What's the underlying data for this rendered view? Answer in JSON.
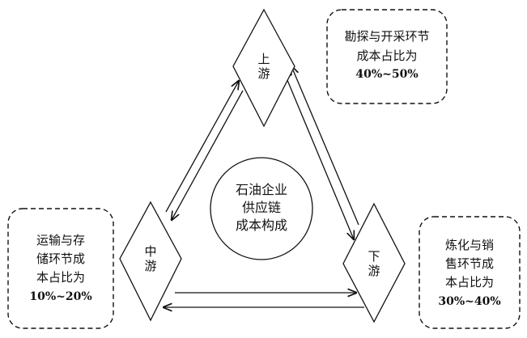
{
  "nodes": {
    "upstream": {
      "line1": "上",
      "line2": "游"
    },
    "midstream": {
      "line1": "中",
      "line2": "游"
    },
    "downstream": {
      "line1": "下",
      "line2": "游"
    }
  },
  "center": {
    "line1": "石油企业",
    "line2": "供应链",
    "line3": "成本构成"
  },
  "callouts": {
    "upstream": {
      "line1": "勘探与开采环节",
      "line2": "成本占比为",
      "value": "40%~50%"
    },
    "midstream": {
      "line1": "运输与存",
      "line2": "储环节成",
      "line3": "本占比为",
      "value": "10%~20%"
    },
    "downstream": {
      "line1": "炼化与销",
      "line2": "售环节成",
      "line3": "本占比为",
      "value": "30%~40%"
    }
  }
}
